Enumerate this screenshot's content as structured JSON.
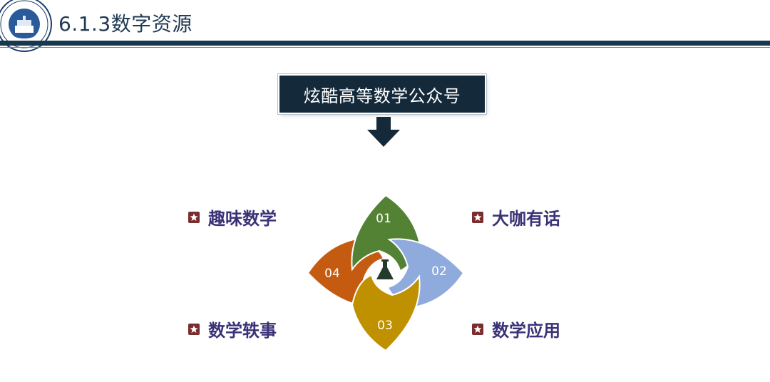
{
  "header": {
    "title": "6.1.3数字资源"
  },
  "account": {
    "title": "炫酷高等数学公众号"
  },
  "topics": [
    {
      "label": "趣味数学"
    },
    {
      "label": "大咖有话"
    },
    {
      "label": "数学轶事"
    },
    {
      "label": "数学应用"
    }
  ],
  "petals": [
    {
      "number": "01",
      "color": "#548235"
    },
    {
      "number": "02",
      "color": "#8faadc"
    },
    {
      "number": "03",
      "color": "#bf9000"
    },
    {
      "number": "04",
      "color": "#c55a11"
    }
  ],
  "center_icon": "flask-icon",
  "colors": {
    "header_bar": "#17384e",
    "account_box": "#14293a",
    "topic_text": "#3a3277",
    "bullet": "#7b2d2d"
  }
}
